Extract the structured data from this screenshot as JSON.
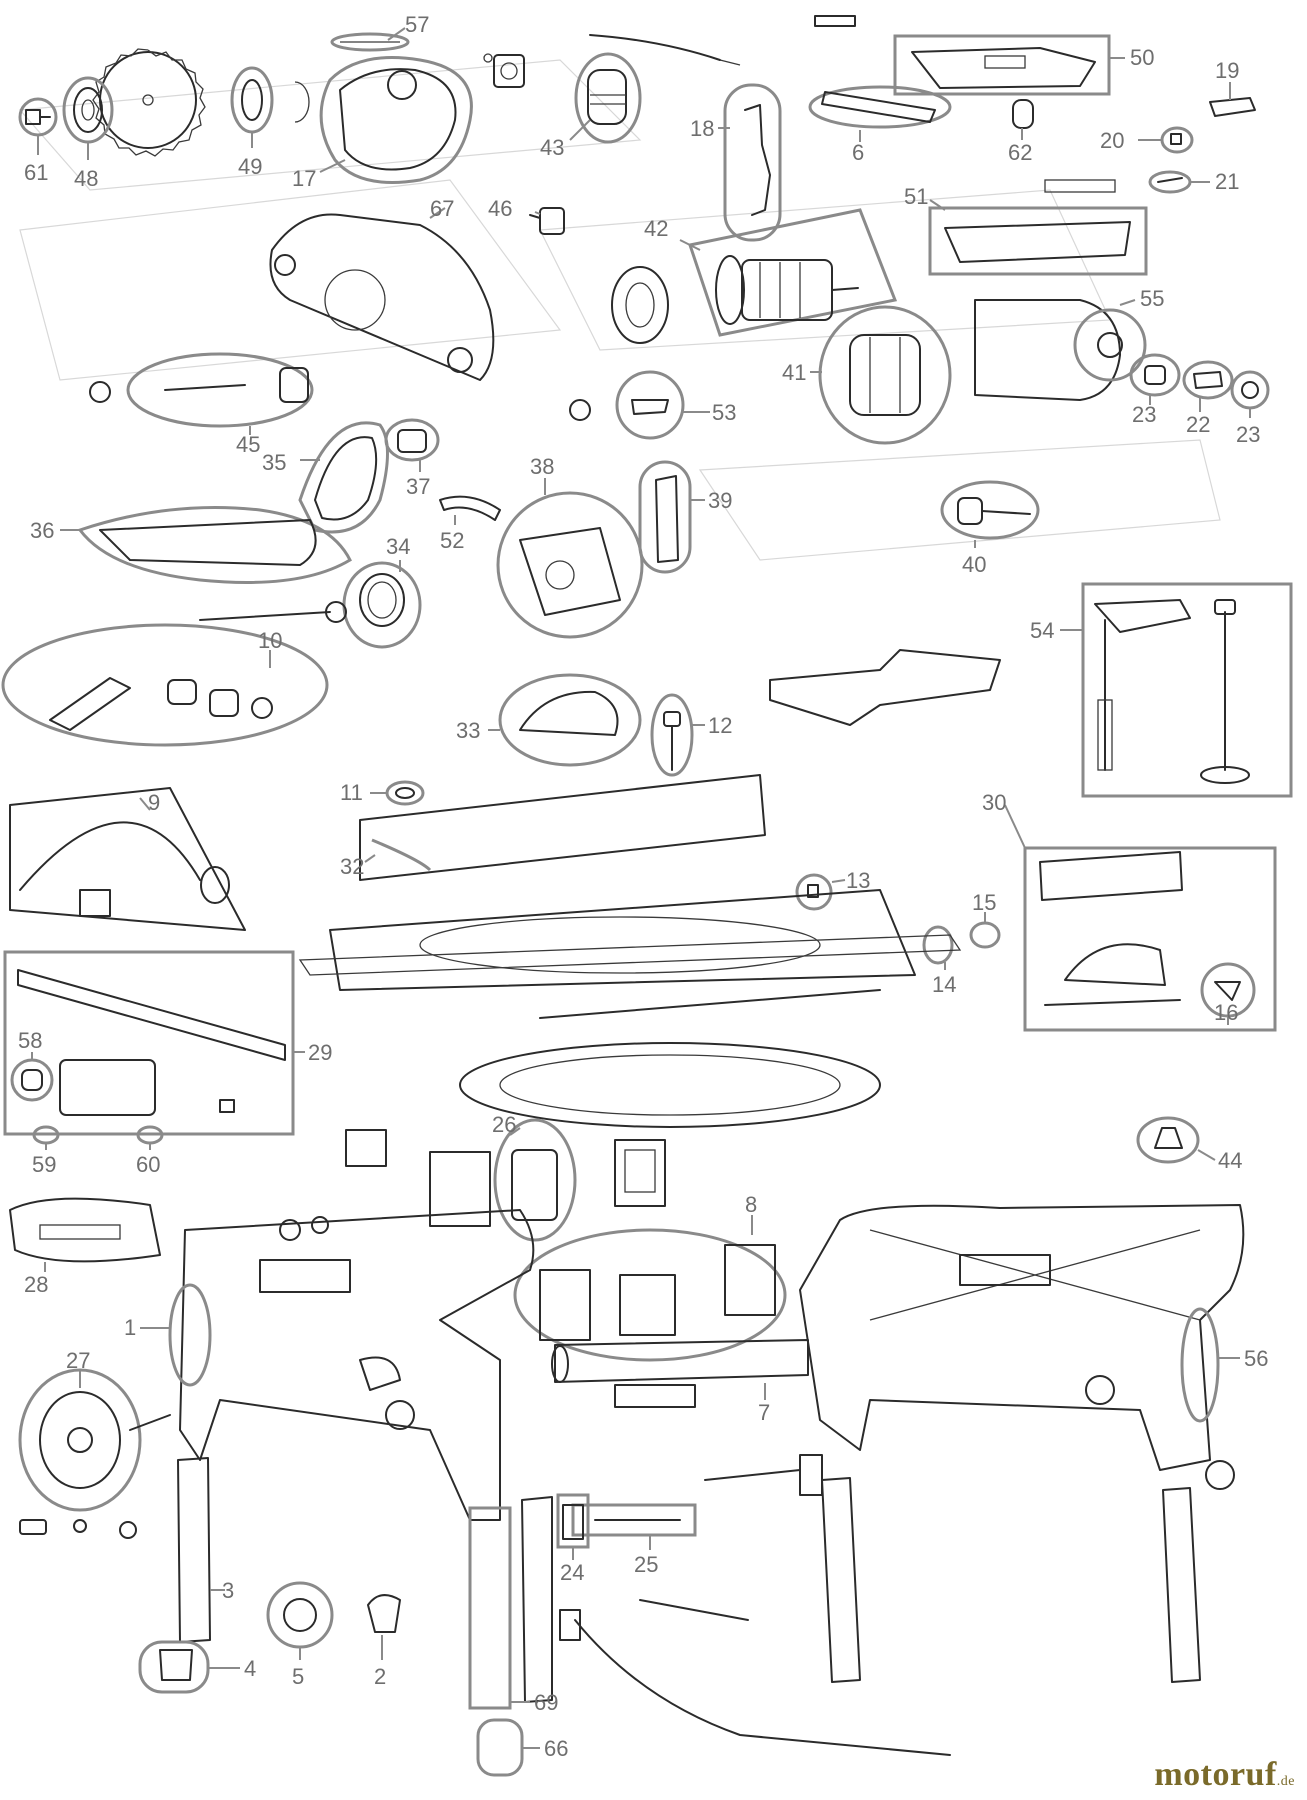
{
  "diagram": {
    "callouts": [
      {
        "id": "57",
        "label": "57"
      },
      {
        "id": "43",
        "label": "43"
      },
      {
        "id": "50",
        "label": "50"
      },
      {
        "id": "19",
        "label": "19"
      },
      {
        "id": "18",
        "label": "18"
      },
      {
        "id": "6",
        "label": "6"
      },
      {
        "id": "62",
        "label": "62"
      },
      {
        "id": "20",
        "label": "20"
      },
      {
        "id": "21",
        "label": "21"
      },
      {
        "id": "61",
        "label": "61"
      },
      {
        "id": "48",
        "label": "48"
      },
      {
        "id": "49",
        "label": "49"
      },
      {
        "id": "17",
        "label": "17"
      },
      {
        "id": "67",
        "label": "67"
      },
      {
        "id": "46",
        "label": "46"
      },
      {
        "id": "42",
        "label": "42"
      },
      {
        "id": "51",
        "label": "51"
      },
      {
        "id": "55",
        "label": "55"
      },
      {
        "id": "41",
        "label": "41"
      },
      {
        "id": "23a",
        "label": "23"
      },
      {
        "id": "22",
        "label": "22"
      },
      {
        "id": "23b",
        "label": "23"
      },
      {
        "id": "45",
        "label": "45"
      },
      {
        "id": "53",
        "label": "53"
      },
      {
        "id": "35",
        "label": "35"
      },
      {
        "id": "37",
        "label": "37"
      },
      {
        "id": "36",
        "label": "36"
      },
      {
        "id": "52",
        "label": "52"
      },
      {
        "id": "34",
        "label": "34"
      },
      {
        "id": "38",
        "label": "38"
      },
      {
        "id": "39",
        "label": "39"
      },
      {
        "id": "40",
        "label": "40"
      },
      {
        "id": "54",
        "label": "54"
      },
      {
        "id": "10",
        "label": "10"
      },
      {
        "id": "33",
        "label": "33"
      },
      {
        "id": "12",
        "label": "12"
      },
      {
        "id": "11",
        "label": "11"
      },
      {
        "id": "9",
        "label": "9"
      },
      {
        "id": "32",
        "label": "32"
      },
      {
        "id": "30",
        "label": "30"
      },
      {
        "id": "13",
        "label": "13"
      },
      {
        "id": "15",
        "label": "15"
      },
      {
        "id": "14",
        "label": "14"
      },
      {
        "id": "16",
        "label": "16"
      },
      {
        "id": "29",
        "label": "29"
      },
      {
        "id": "58",
        "label": "58"
      },
      {
        "id": "59",
        "label": "59"
      },
      {
        "id": "60",
        "label": "60"
      },
      {
        "id": "26",
        "label": "26"
      },
      {
        "id": "8",
        "label": "8"
      },
      {
        "id": "44",
        "label": "44"
      },
      {
        "id": "28",
        "label": "28"
      },
      {
        "id": "1",
        "label": "1"
      },
      {
        "id": "56",
        "label": "56"
      },
      {
        "id": "27",
        "label": "27"
      },
      {
        "id": "7",
        "label": "7"
      },
      {
        "id": "24",
        "label": "24"
      },
      {
        "id": "25",
        "label": "25"
      },
      {
        "id": "3",
        "label": "3"
      },
      {
        "id": "4",
        "label": "4"
      },
      {
        "id": "5",
        "label": "5"
      },
      {
        "id": "2",
        "label": "2"
      },
      {
        "id": "69",
        "label": "69"
      },
      {
        "id": "66",
        "label": "66"
      }
    ]
  },
  "brand": {
    "name": "motoruf",
    "suffix": ".de"
  }
}
